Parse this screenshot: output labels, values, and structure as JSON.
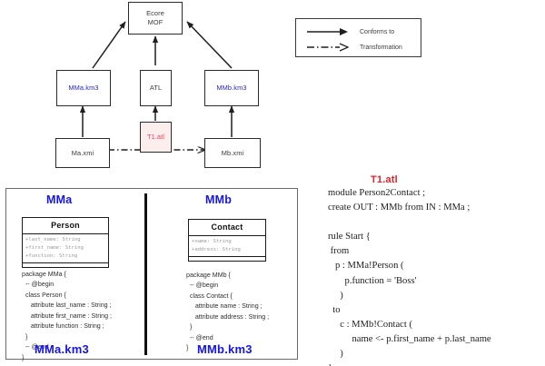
{
  "diagram": {
    "nodes": [
      {
        "id": "ecore",
        "lines": [
          "Ecore",
          "MOF"
        ],
        "style": "plain"
      },
      {
        "id": "mma-km3",
        "lines": [
          "MMa.km3"
        ],
        "style": "blue"
      },
      {
        "id": "atl",
        "lines": [
          "ATL"
        ],
        "style": "plain"
      },
      {
        "id": "mmb-km3",
        "lines": [
          "MMb.km3"
        ],
        "style": "blue"
      },
      {
        "id": "ma-xmi",
        "lines": [
          "Ma.xmi"
        ],
        "style": "plain"
      },
      {
        "id": "t1-atl",
        "lines": [
          "T1.atl"
        ],
        "style": "atlfile"
      },
      {
        "id": "mb-xmi",
        "lines": [
          "Mb.xmi"
        ],
        "style": "plain"
      }
    ]
  },
  "legend": {
    "items": [
      {
        "label": "Conforms to",
        "arrow": "solid-arrow-icon"
      },
      {
        "label": "Transformation",
        "arrow": "dashed-arrow-icon"
      }
    ]
  },
  "metamodels": {
    "left": {
      "title": "MMa",
      "file_label": "MMa.km3",
      "uml": {
        "class_name": "Person",
        "attributes": [
          "+last_name: String",
          "+first_name: String",
          "+function: String"
        ]
      },
      "code": "package MMa {\n  -- @begin\n  class Person {\n     attribute last_name : String ;\n     attribute first_name : String ;\n     attribute function : String ;\n  }\n  -- @end\n}"
    },
    "right": {
      "title": "MMb",
      "file_label": "MMb.km3",
      "uml": {
        "class_name": "Contact",
        "attributes": [
          "+name: String",
          "+address: String"
        ]
      },
      "code": "package MMb {\n  -- @begin\n  class Contact {\n     attribute name : String ;\n     attribute address : String ;\n  }\n  -- @end\n}"
    }
  },
  "transformation": {
    "title": "T1.atl",
    "code": "module Person2Contact ;\ncreate OUT : MMb from IN : MMa ;\n\nrule Start {\n from\n   p : MMa!Person (\n       p.function = 'Boss'\n     )\n  to\n     c : MMb!Contact (\n          name <- p.first_name + p.last_name\n     )\n}"
  },
  "colors": {
    "blue_label": "#1414ee",
    "red_label": "#e8202a",
    "atl_box_fill": "#fdeeee",
    "stroke": "#2b2b2b",
    "attr_gray": "#9a9a9a"
  }
}
